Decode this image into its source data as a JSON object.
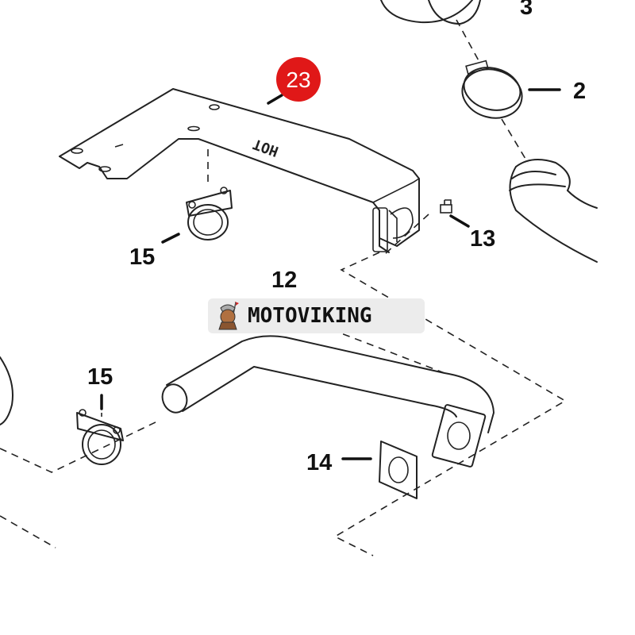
{
  "diagram": {
    "callouts": [
      {
        "id": "part-3",
        "label": "3"
      },
      {
        "id": "part-2",
        "label": "2"
      },
      {
        "id": "part-23",
        "label": "23",
        "highlighted": true,
        "color": "#e01818"
      },
      {
        "id": "part-13",
        "label": "13"
      },
      {
        "id": "part-15-upper",
        "label": "15"
      },
      {
        "id": "part-12",
        "label": "12"
      },
      {
        "id": "part-15-lower",
        "label": "15"
      },
      {
        "id": "part-14",
        "label": "14"
      }
    ],
    "stamp_text": "HOT"
  },
  "watermark": {
    "brand": "MOTOVIKING"
  }
}
